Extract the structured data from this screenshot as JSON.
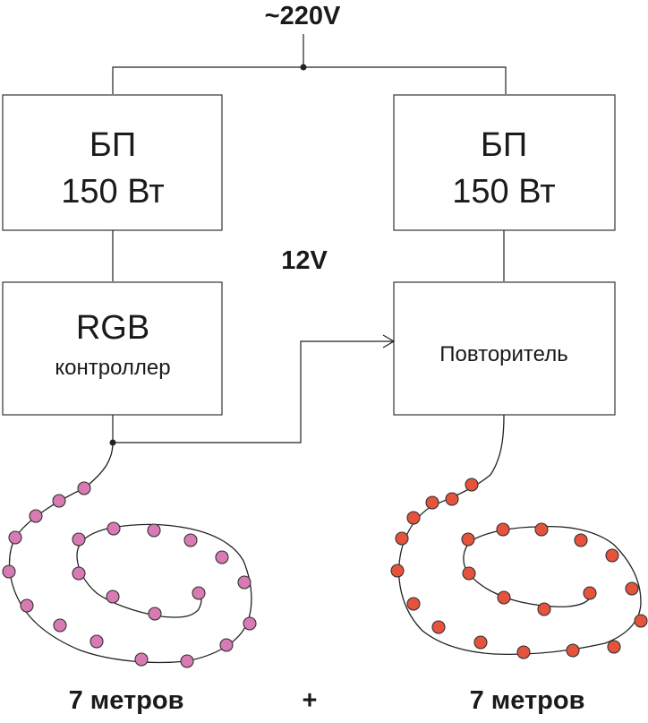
{
  "diagram": {
    "mains_label": "~220V",
    "bus_label": "12V",
    "psu_left": {
      "line1": "БП",
      "line2": "150 Вт"
    },
    "psu_right": {
      "line1": "БП",
      "line2": "150 Вт"
    },
    "controller": {
      "line1": "RGB",
      "line2": "контроллер"
    },
    "repeater": {
      "label": "Повторитель"
    },
    "strip_left_label": "7 метров",
    "plus_label": "+",
    "strip_right_label": "7 метров",
    "colors": {
      "led_left": "#d87ab4",
      "led_right": "#e5533d",
      "line": "#222222"
    }
  }
}
